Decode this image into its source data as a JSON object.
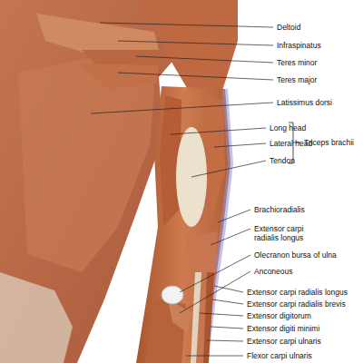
{
  "diagram": {
    "labels": [
      "Deltoid",
      "Infraspinatus",
      "Teres minor",
      "Teres major",
      "Latissimus dorsi",
      "Long head",
      "Lateral head",
      "Tendon",
      "Triceps brachii",
      "Brachioradialis",
      "Extensor carpi radialis longus",
      "Olecranon bursa of ulna",
      "Anconeous",
      "Extensor carpi radialis longus",
      "Extensor carpi radialis brevis",
      "Extensor digitorum",
      "Extensor digiti minimi",
      "Extensor carpi ulnaris",
      "Flexor carpi ulnaris"
    ]
  }
}
